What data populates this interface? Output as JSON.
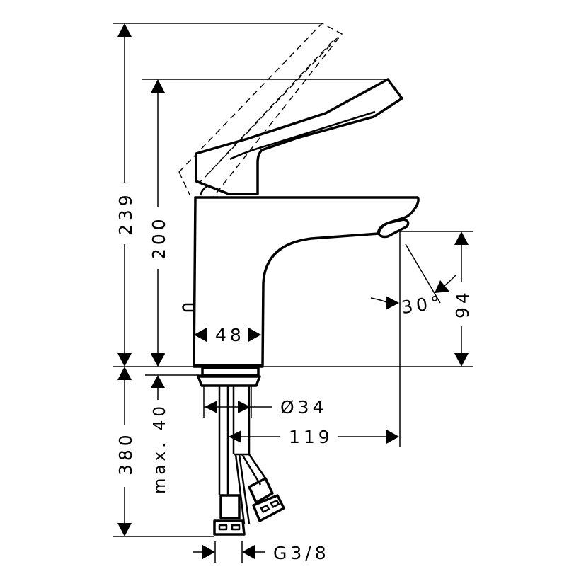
{
  "drawing": {
    "subject": "Basin mixer faucet dimension drawing",
    "line_color": "#000000",
    "background": "#ffffff"
  },
  "dimensions": {
    "total_height_lever_open": "239",
    "height_to_lever": "200",
    "spout_height": "94",
    "spray_angle": "30°",
    "body_width": "48",
    "shank_diameter": "Ø34",
    "projection": "119",
    "below_counter_length": "380",
    "max_counter_thickness": "max. 40",
    "hose_connection": "G3/8"
  }
}
